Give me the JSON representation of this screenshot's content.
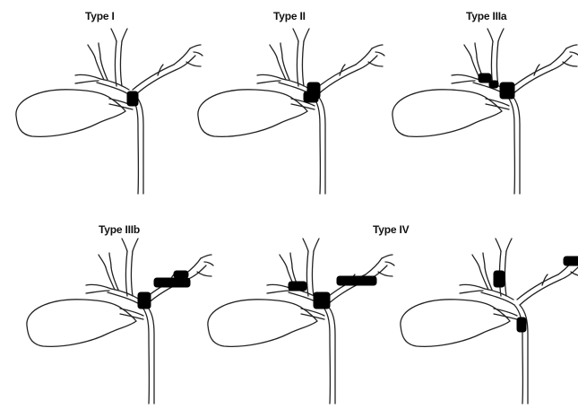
{
  "labels": {
    "type_1": "Type I",
    "type_2": "Type II",
    "type_3a": "Type IIIa",
    "type_3b": "Type IIIb",
    "type_4": "Type IV"
  },
  "colors": {
    "line": "#222222",
    "tumor": "#000000",
    "background": "#ffffff"
  }
}
